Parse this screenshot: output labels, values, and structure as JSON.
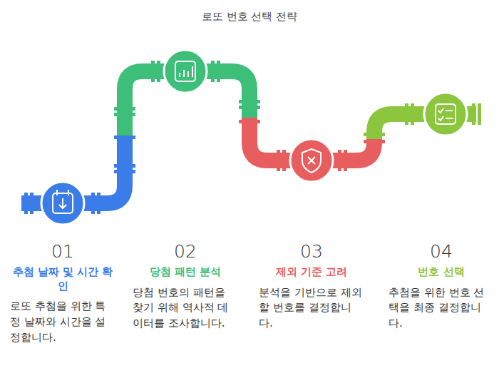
{
  "diagram": {
    "title": "로또 번호 선택 전략",
    "nodes": [
      {
        "text": [
          "01",
          "추첨 날짜 및 시간 확인",
          "로또 추첨을 위한 특정 날짜와 시간을 설정합니다."
        ]
      },
      {
        "text": [
          "02",
          "당첨 패턴 분석",
          "당첨 번호의 패턴을 찾기 위해 역사적 데이터를 조사합니다."
        ]
      },
      {
        "text": [
          "03",
          "제외 기준 고려",
          "분석을 기반으로 제외할 번호를 결정합니다."
        ]
      },
      {
        "text": [
          "04",
          "번호 선택",
          "추첨을 위한 번호 선택을 최종 결정합니다."
        ]
      }
    ]
  }
}
